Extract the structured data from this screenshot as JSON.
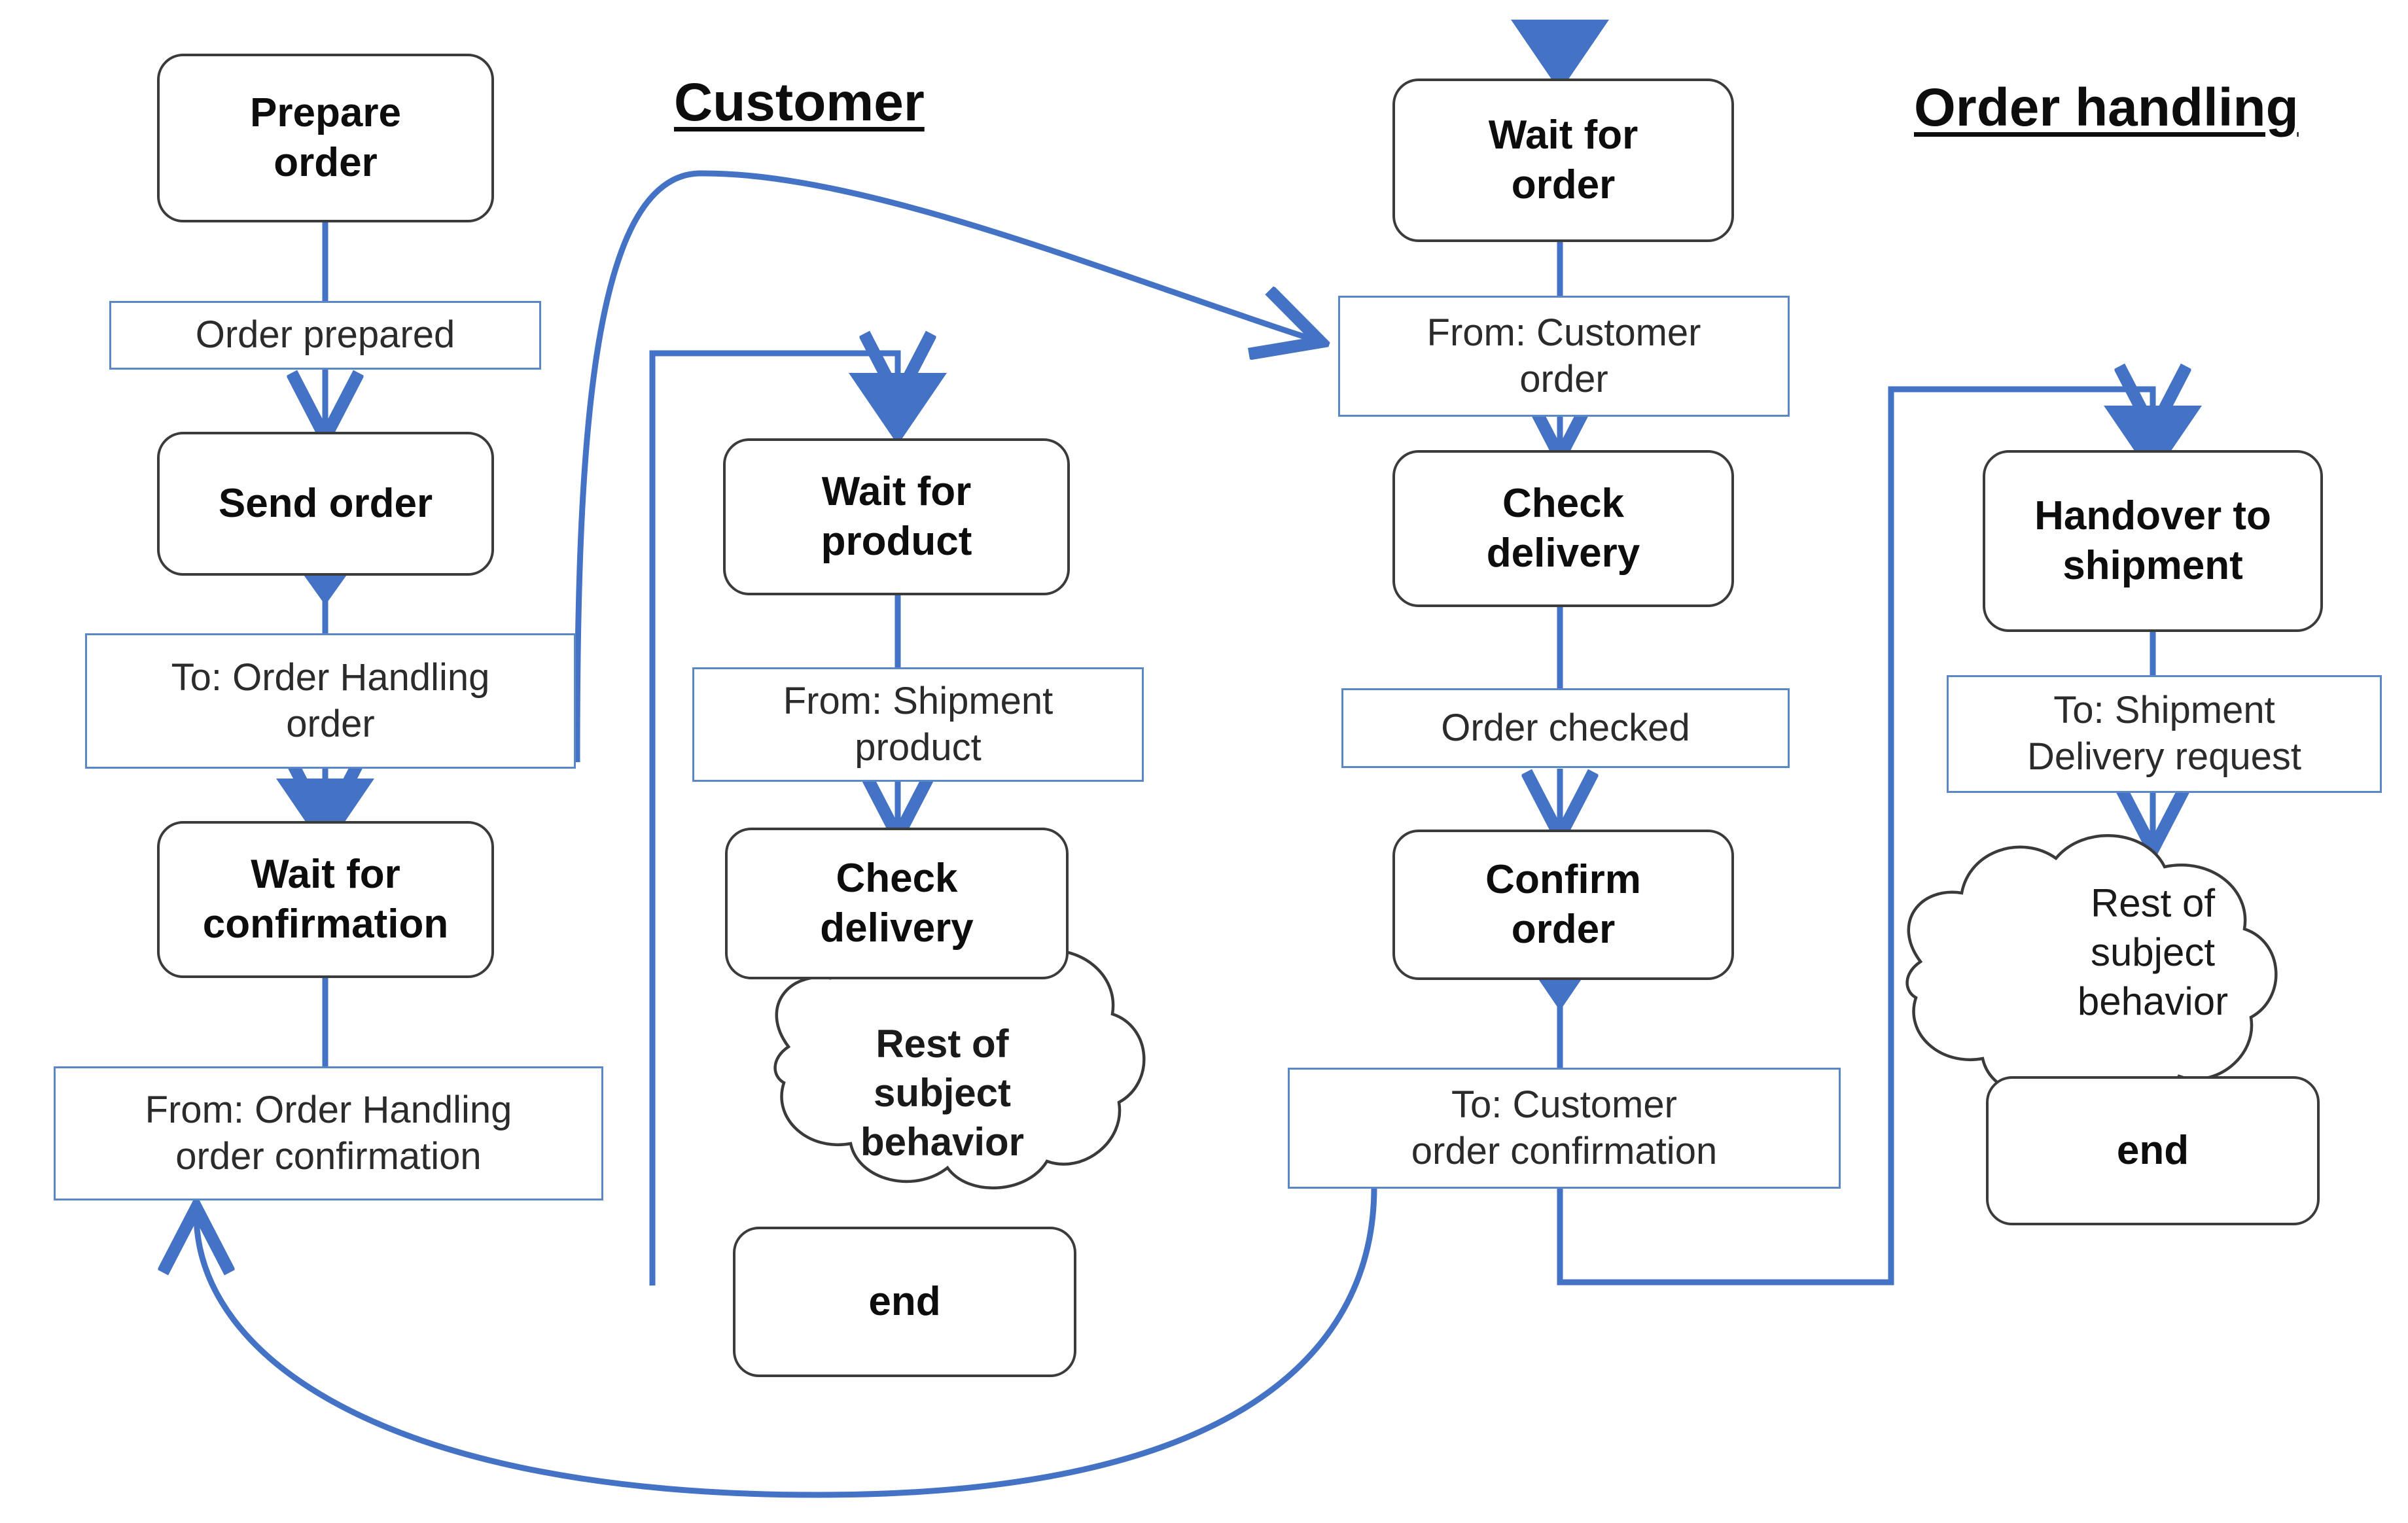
{
  "diagram": {
    "title_customer": "Customer",
    "title_order_handling": "Order handling",
    "accent_blue": "#4472C4",
    "msg_border_blue": "#5B87C7",
    "state_border_gray": "#3B3B3B",
    "background": "#FFFFFF"
  },
  "lanes": [
    {
      "id": "customer",
      "label": "Customer"
    },
    {
      "id": "order-handling",
      "label": "Order handling"
    }
  ],
  "columns": {
    "customer_main": {
      "nodes": [
        {
          "kind": "state",
          "label": "Prepare\norder"
        },
        {
          "kind": "message",
          "label": "Order prepared"
        },
        {
          "kind": "state",
          "label": "Send order"
        },
        {
          "kind": "message",
          "label": "To:  Order Handling\norder"
        },
        {
          "kind": "state",
          "label": "Wait for\nconfirmation"
        },
        {
          "kind": "message",
          "label": "From: Order Handling\norder confirmation"
        }
      ]
    },
    "customer_second": {
      "nodes": [
        {
          "kind": "state",
          "label": "Wait for\nproduct"
        },
        {
          "kind": "message",
          "label": "From: Shipment\nproduct"
        },
        {
          "kind": "state",
          "label": "Check\ndelivery"
        },
        {
          "kind": "cloud",
          "label": "Rest of\nsubject\nbehavior",
          "bold": true
        },
        {
          "kind": "state",
          "label": "end"
        }
      ]
    },
    "order_handling_main": {
      "nodes": [
        {
          "kind": "state",
          "label": "Wait for\norder"
        },
        {
          "kind": "message",
          "label": "From: Customer\norder"
        },
        {
          "kind": "state",
          "label": "Check\ndelivery"
        },
        {
          "kind": "message",
          "label": "Order checked"
        },
        {
          "kind": "state",
          "label": "Confirm\norder"
        },
        {
          "kind": "message",
          "label": "To:  Customer\norder confirmation"
        }
      ]
    },
    "order_handling_second": {
      "nodes": [
        {
          "kind": "state",
          "label": "Handover to\nshipment"
        },
        {
          "kind": "message",
          "label": "To: Shipment\nDelivery request"
        },
        {
          "kind": "cloud",
          "label": "Rest of\nsubject\nbehavior",
          "bold": false
        },
        {
          "kind": "state",
          "label": "end"
        }
      ]
    }
  },
  "nodes": {
    "prepare_order": "Prepare\norder",
    "order_prepared": "Order prepared",
    "send_order": "Send order",
    "to_order_handling_order": "To:  Order Handling\norder",
    "wait_for_confirmation": "Wait for\nconfirmation",
    "from_oh_order_confirm": "From: Order Handling\norder confirmation",
    "wait_for_product": "Wait for\nproduct",
    "from_shipment_product": "From: Shipment\nproduct",
    "check_delivery_cust": "Check\ndelivery",
    "rest_of_subject_cust": "Rest of\nsubject\nbehavior",
    "end_cust": "end",
    "wait_for_order": "Wait for\norder",
    "from_customer_order": "From: Customer\norder",
    "check_delivery_oh": "Check\ndelivery",
    "order_checked": "Order checked",
    "confirm_order": "Confirm\norder",
    "to_customer_order_confirm": "To:  Customer\norder confirmation",
    "handover_to_shipment": "Handover to\nshipment",
    "to_shipment_delivery_req": "To: Shipment\nDelivery request",
    "rest_of_subject_oh": "Rest of\nsubject\nbehavior",
    "end_oh": "end"
  },
  "icons": {
    "send_triangle": "triangle-down-filled",
    "receive_triangle": "triangle-down-filled",
    "arrow_head": "arrow-head-open"
  }
}
